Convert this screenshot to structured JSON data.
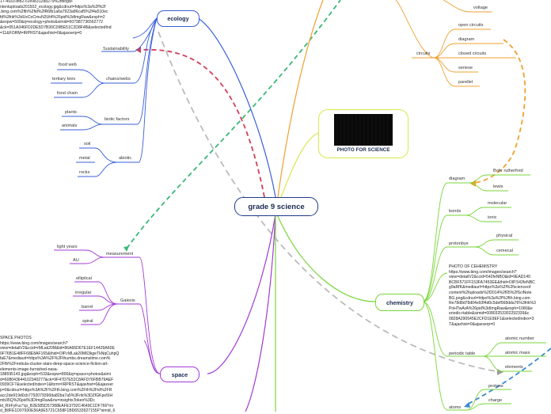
{
  "central": {
    "label": "grade 9 science"
  },
  "colors": {
    "ecology": "#3a5fd9",
    "space": "#a23ad6",
    "chemistry": "#7ad63a",
    "photo": "#d9e84a",
    "physics": "#f0a030",
    "link_red": "#d0405a",
    "link_green": "#3ab87a",
    "link_blue": "#3a8ad0",
    "link_orange": "#f0a030",
    "link_gray": "#bbbbbb"
  },
  "ecology": {
    "label": "ecology",
    "url_text": "17-4933-bf82-c2e9831288279%2fbiogw-\nntentuploads201502_ecology.jpg&cdnurl=https%3a%2f%2f\n.bing.com%2fth%2fid%2fR6fb1a6a7923a86caf5%2f4a510ec\nfd%3frik%3dUxCnCmuN3Ut4%26pid%3dImgRaw&exph=2\n&expw=500&q=ecology+photo&simid=607987736562772\n&ck=051A346FD2DE5D7B30C09BE51C2D8F4B&selectedInd\n=11&FORM=IRPRST&ajaxhist=0&ajaxserp=0",
    "sustainability": "Sustainability",
    "chains": {
      "label": "chains/webs",
      "items": [
        "food web",
        "tertiary teirs",
        "food chain"
      ]
    },
    "biotic": {
      "label": "biotic factors",
      "items": [
        "plants",
        "animals"
      ]
    },
    "abiotic": {
      "label": "abiotic",
      "items": [
        "soil",
        "metal",
        "rocks"
      ]
    }
  },
  "photo": {
    "caption": "PHOTO FOR SCIENCE"
  },
  "physics": {
    "voltage": "voltage",
    "circuits": {
      "label": "circuits",
      "items": [
        "open circuits",
        "diagram",
        "closed circuits",
        "seriese",
        "parellel"
      ]
    }
  },
  "chemistry": {
    "label": "chemistry",
    "diagram": {
      "label": "diagram",
      "items": [
        "Bohr rutherford",
        "lewis"
      ]
    },
    "bonds": {
      "label": "bonds",
      "items": [
        "molecular",
        "ionic"
      ]
    },
    "protons": {
      "label": "protonbys",
      "items": [
        "physical",
        "cemecal"
      ]
    },
    "photo_text": "PHOTO OF CEHEMISTRY\nhttps://www.bing.com/images/search?\nview=detailV2&ccid=542feNBO&id=9EAD140\nBCBF571FF153FA7453EE&thid=OIP.542feNBC\ng9aRfK&mediaurl=https%3a%2f%2fscienceof\ncontent%2fuploads%2f2014%2f05%2fSciNote\nBG.png&cdnurl=https%3a%2f%2fth.bing.com\nRe78d8d78d04e93f4d0c5def568dda76%3frik%3\nPoHTwArA%26pid%3dImgRaw&exph=1080&e\neriodic+table&simid=60803253302292339&c\n0828A290545E2CFD1E9EF1&selectedIndex=3\nT&ajaxhist=0&ajaxserp=0",
    "periodic": {
      "label": "periodic table",
      "items": [
        "atomic number",
        "atomic mass",
        "elements"
      ]
    },
    "atoms": {
      "label": "atoms",
      "items": [
        "protons",
        "charge"
      ]
    }
  },
  "space": {
    "label": "space",
    "measurement": {
      "label": "measurement",
      "items": [
        "light years",
        "AU"
      ]
    },
    "galaxies": {
      "label": "Galexis",
      "items": [
        "elliptical",
        "irregular",
        "barrel",
        "spiral"
      ]
    },
    "photos_text": "SPACE PHOTOS\nhttps://www.bing.com/images/search?\nview=detailV2&ccid=rMLak20M&id=86A66D67E1EF14429A60E\n0F76B1E48FF68E8AF165&thid=OIP.rMLak20M63kgeTkNqCuhpQ\nfaE7&mediaurl=https%3A%2F%2Fthumbs.dreamstime.com%\n2Ffb%2Fnebula-cluster-stars-deep-space-science-fiction-art-\nelements-image-furnished-nasa-\n188595143.jpg&exph=533&expw=800&q=space+photos&simi\nd=608043644102340277&ck=9F47D7E52C8AFD76FBB79AEF\n0939CF7&selectedIndex=1&form=IRPRST&ajaxhist=0&ajaxser\np=0&cdnurl=https%3A%2F%2Fth.bing.com%2Fth%2Fid%2FR\nacc2de919d0cb7792079390da82ba7a5%3Frik%3DZfGKpo5IH\nmb35Q%26pid%3DImgRaw&riu=insightsToken%3Dc\nid_RIrFyFuc*cp_B2E585D57388EAFE3792C4649C1DF766*mi\nd_B8FE1D07930E56A9E5721C658F1BD6533927155F*simid_6"
  }
}
